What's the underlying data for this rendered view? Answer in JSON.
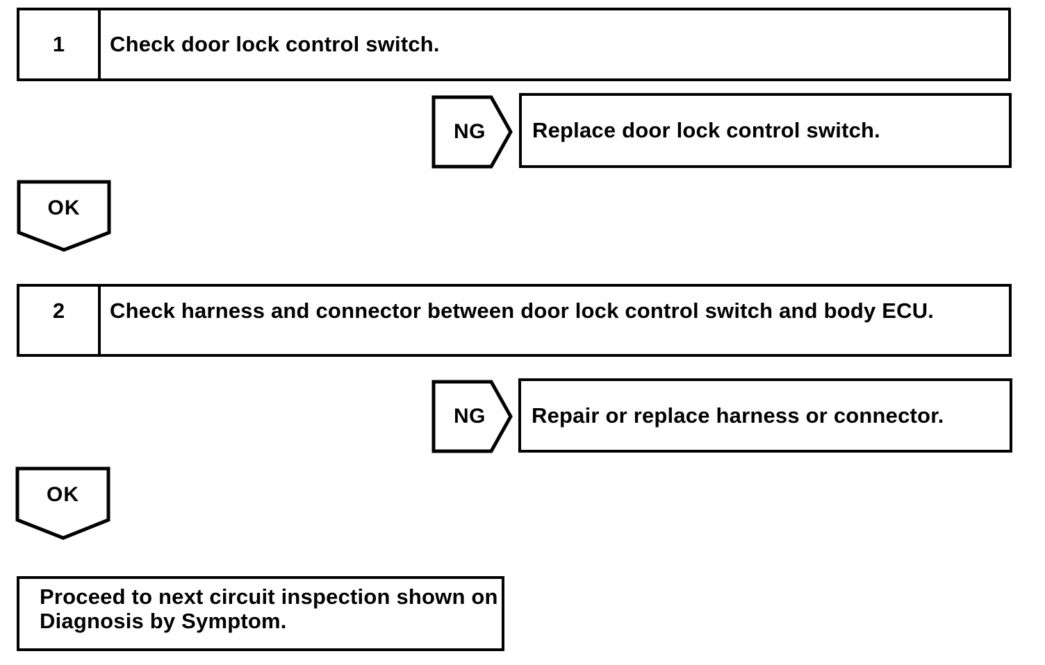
{
  "page": {
    "background": "#ffffff",
    "ink_color": "#000000"
  },
  "flowchart": {
    "steps": [
      {
        "number": "1",
        "instruction": "Check door lock control switch.",
        "ng": {
          "label": "NG",
          "result": "Replace door lock control switch."
        },
        "ok": {
          "label": "OK"
        }
      },
      {
        "number": "2",
        "instruction": "Check harness and connector between door lock control switch and body ECU.",
        "ng": {
          "label": "NG",
          "result": "Repair or replace harness or connector."
        },
        "ok": {
          "label": "OK"
        }
      }
    ],
    "final": {
      "lines": [
        "Proceed to next circuit inspection shown on",
        "Diagnosis by Symptom."
      ]
    }
  }
}
